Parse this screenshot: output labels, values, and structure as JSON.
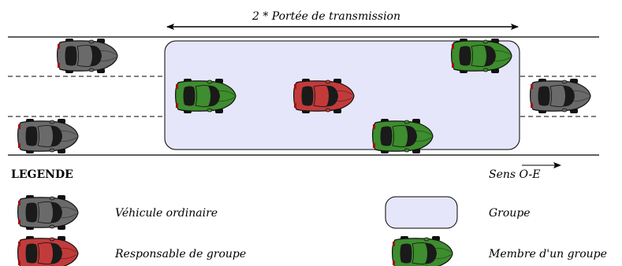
{
  "top_label": "2 * Portée de transmission",
  "direction_label": {
    "prefix": "Sens ",
    "value": "O-E"
  },
  "legend": {
    "title": "LEGENDE",
    "ordinary": "Véhicule ordinaire",
    "leader": "Responsable de groupe",
    "group": "Groupe",
    "member": "Membre d'un groupe"
  },
  "colors": {
    "ordinary": "#6a6a6a",
    "leader": "#c23b3b",
    "member": "#3e8d2e",
    "group_fill": "#e6e6fa"
  }
}
